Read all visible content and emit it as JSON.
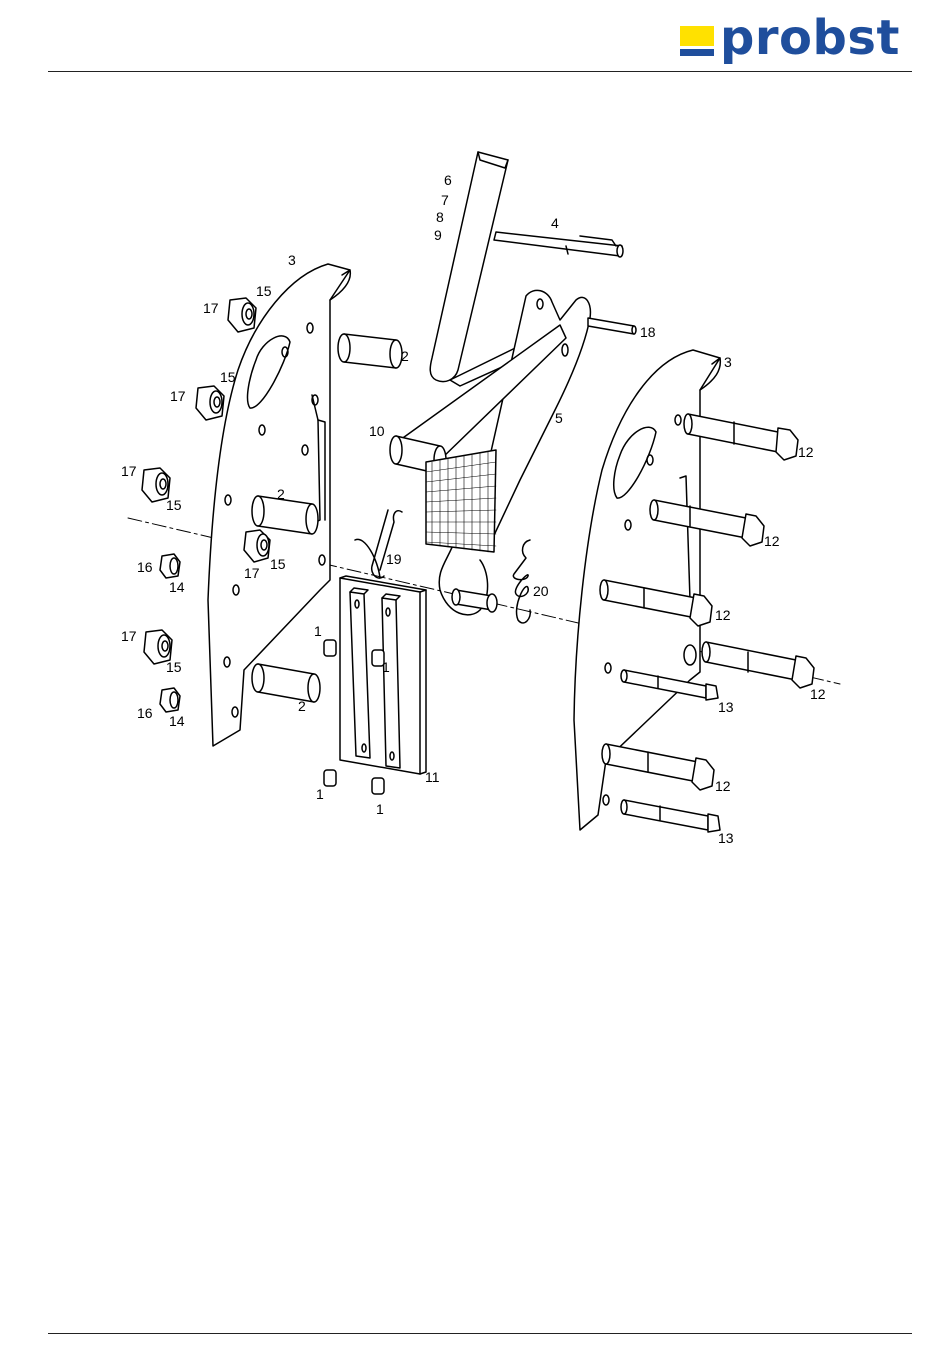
{
  "header": {
    "brand": "probst",
    "brand_colors": {
      "yellow": "#ffe100",
      "blue": "#1f4e9c"
    }
  },
  "diagram": {
    "callouts": {
      "c6": "6",
      "c7": "7",
      "c8": "8",
      "c9": "9",
      "c4": "4",
      "c3a": "3",
      "c3b": "3",
      "c15a": "15",
      "c17a": "17",
      "c15b": "15",
      "c17b": "17",
      "c2a": "2",
      "c18": "18",
      "c5": "5",
      "c10": "10",
      "c17c": "17",
      "c15c": "15",
      "c2b": "2",
      "c17d": "17",
      "c15d": "15",
      "c19": "19",
      "c16a": "16",
      "c14a": "14",
      "c20": "20",
      "c12a": "12",
      "c12b": "12",
      "c12c": "12",
      "c12d": "12",
      "c1a": "1",
      "c1b": "1",
      "c17e": "17",
      "c15e": "15",
      "c16b": "16",
      "c14b": "14",
      "c2c": "2",
      "c13a": "13",
      "c11": "11",
      "c1c": "1",
      "c1d": "1",
      "c12e": "12",
      "c13b": "13"
    }
  }
}
